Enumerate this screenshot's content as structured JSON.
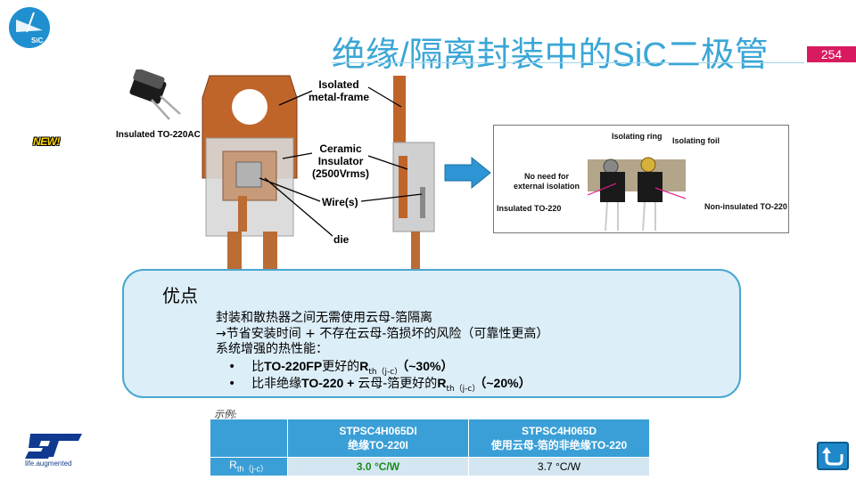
{
  "header": {
    "title": "绝缘/隔离封装中的SiC二极管",
    "page_number": "254",
    "logo_text": "SiC"
  },
  "package": {
    "small_label": "Insulated TO-220AC",
    "new_badge": "NEW!",
    "callouts": {
      "isolated": [
        "Isolated",
        "metal-frame"
      ],
      "ceramic": [
        "Ceramic",
        "Insulator",
        "(2500Vrms)"
      ],
      "wires": "Wire(s)",
      "die": "die"
    }
  },
  "photo": {
    "isolating_ring": "Isolating ring",
    "isolating_foil": "Isolating foil",
    "no_need": [
      "No need for",
      "external isolation"
    ],
    "insulated": "Insulated TO-220",
    "non_insulated": "Non-insulated TO-220"
  },
  "advantages": {
    "title": "优点",
    "line1": "封装和散热器之间无需使用云母-箔隔离",
    "line2": "→节省安装时间 + 不存在云母-箔损坏的风险（可靠性更高）",
    "line3": "系统增强的热性能：",
    "b1_pre": "比",
    "b1_bold": "TO-220FP",
    "b1_mid": "更好的",
    "b1_r": "R",
    "b1_sub": "th（j-c）",
    "b1_post": "（~30%）",
    "b2_pre": "比非绝缘",
    "b2_bold": "TO-220 + ",
    "b2_mid": "云母-箔更好的",
    "b2_r": "R",
    "b2_sub": "th（j-c）",
    "b2_post": "（~20%）"
  },
  "table": {
    "example_label": "示例:",
    "col1_title": "STPSC4H065DI",
    "col1_sub": "绝缘TO-220I",
    "col2_title": "STPSC4H065D",
    "col2_sub": "使用云母-箔的非绝缘TO-220",
    "row_label_r": "R",
    "row_label_sub": "th（j-c）",
    "val1": "3.0 °C/W",
    "val2": "3.7 °C/W"
  },
  "footer": {
    "tagline": "life.augmented"
  },
  "colors": {
    "accent": "#3aa6d6",
    "page_badge": "#d81b60",
    "copper": "#c0652a",
    "table_header": "#3a9fd6"
  }
}
